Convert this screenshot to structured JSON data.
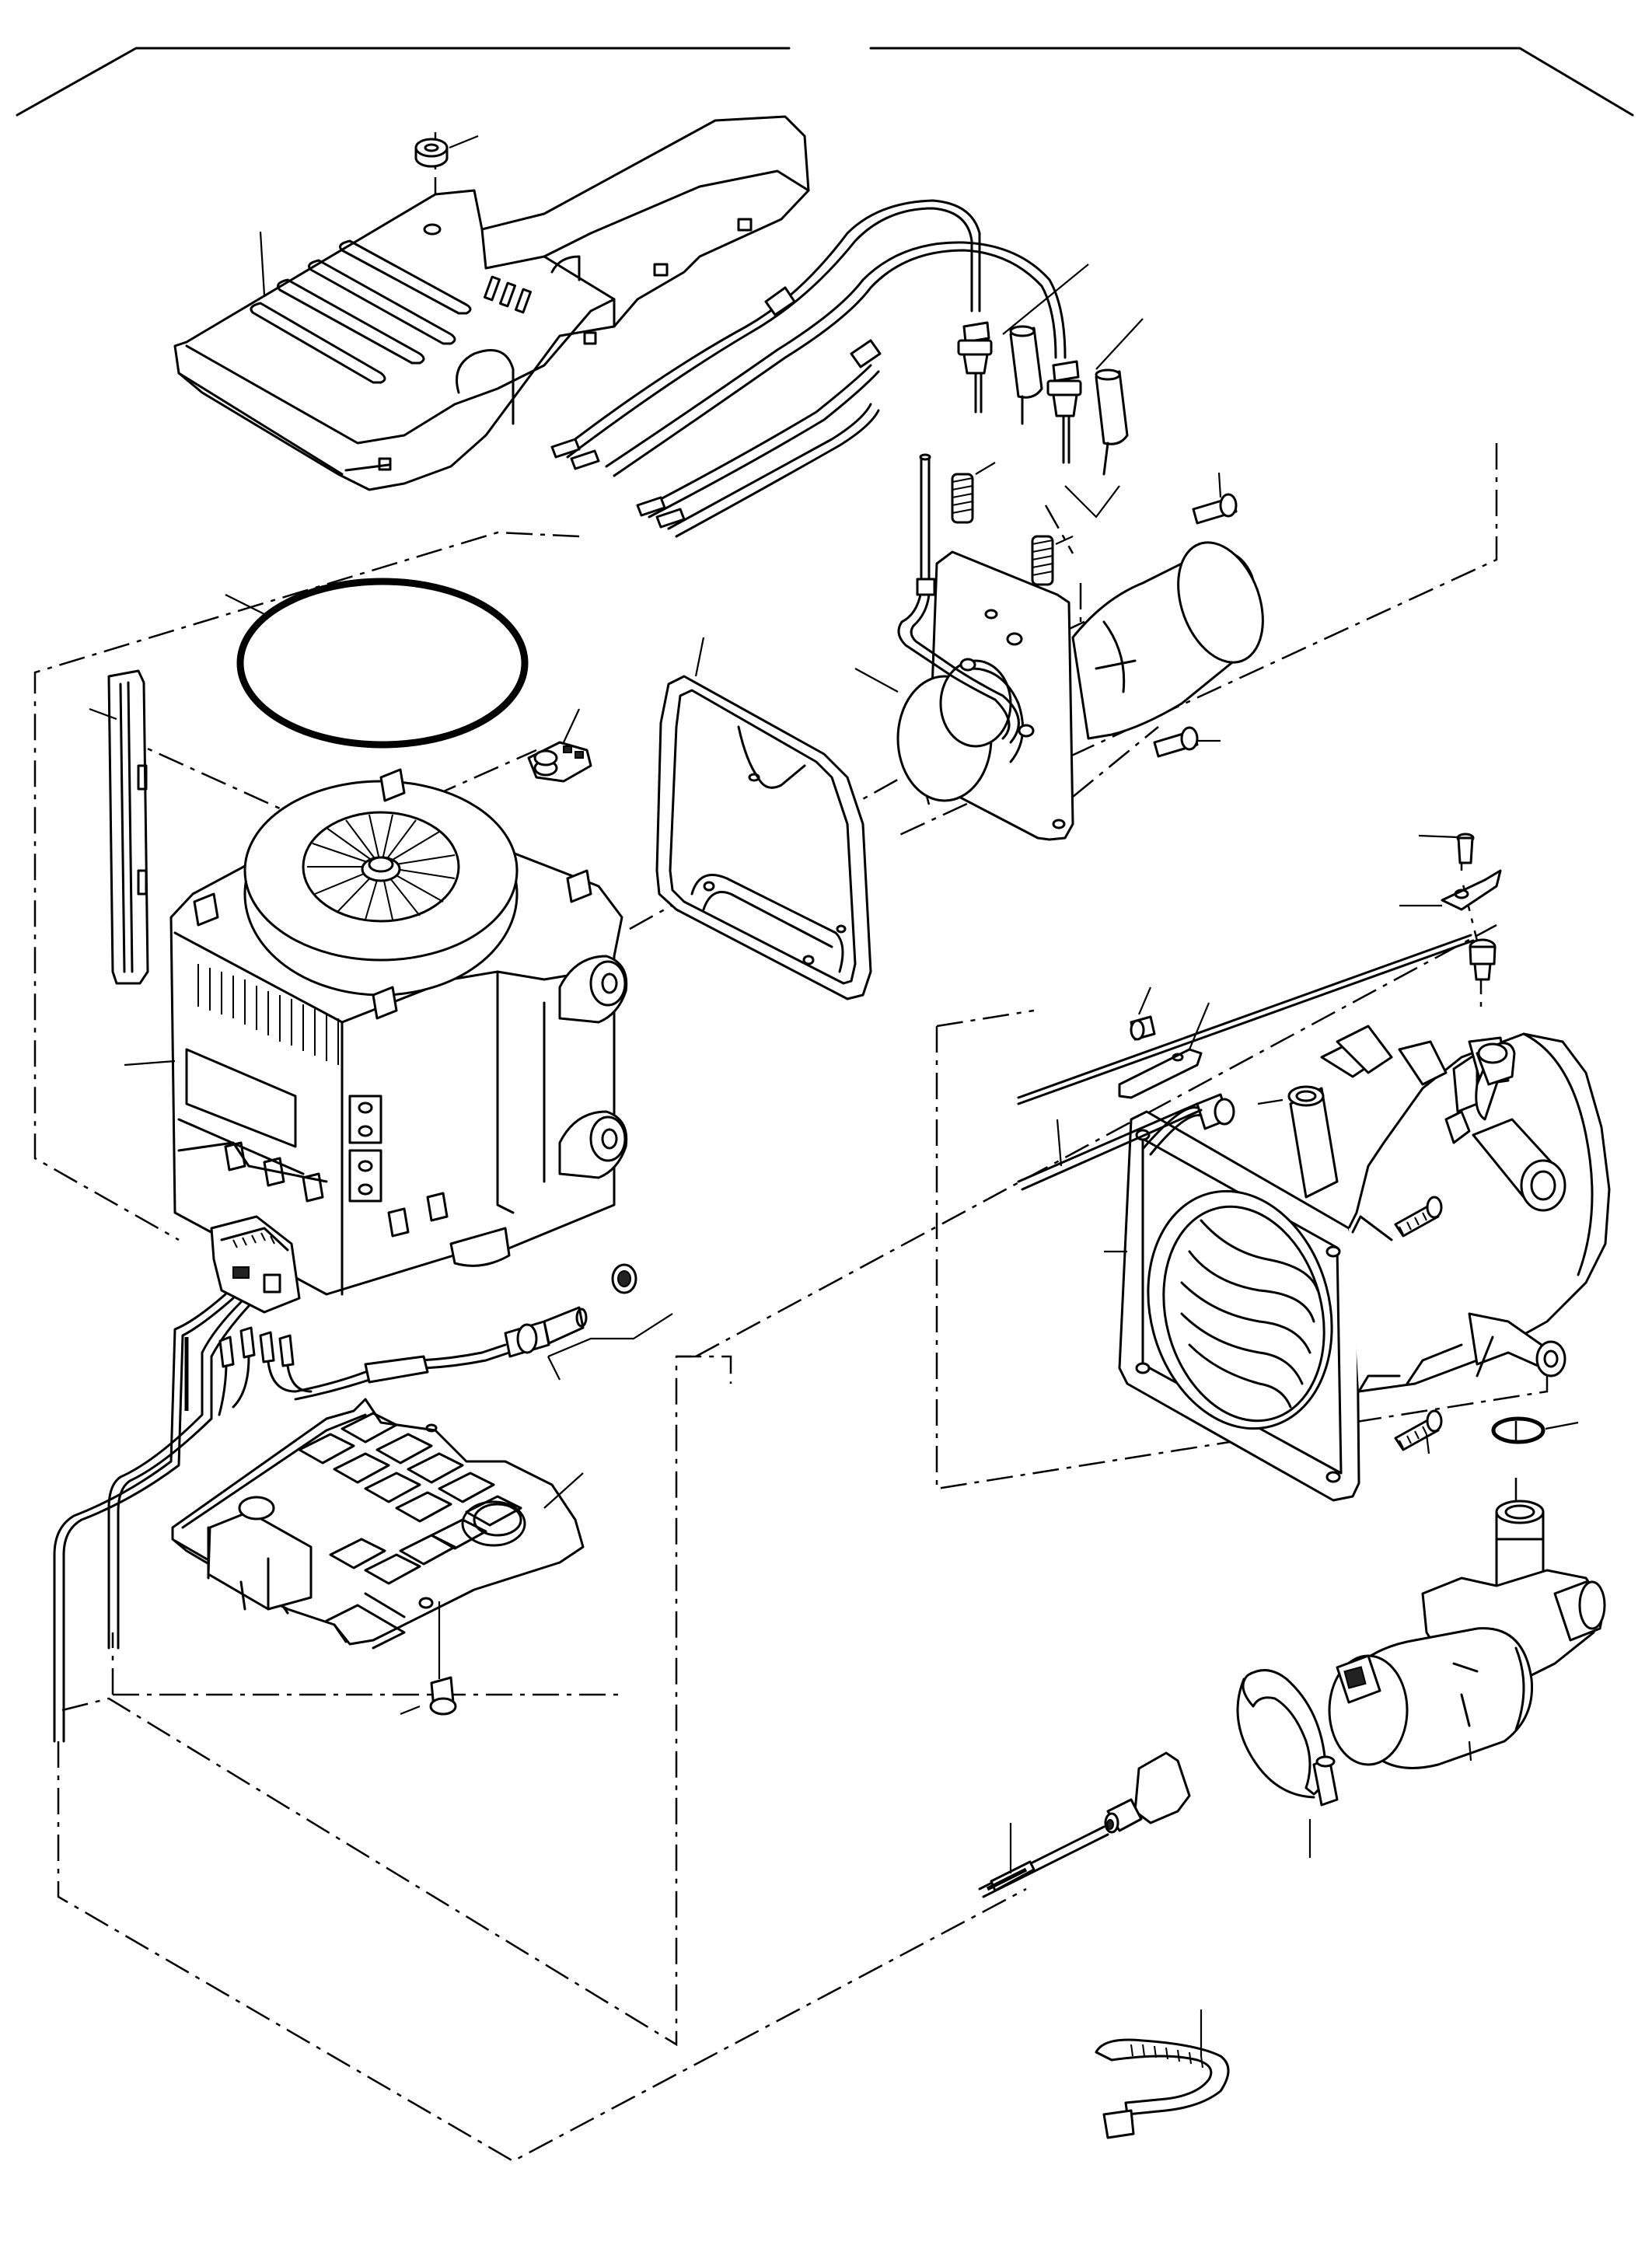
{
  "diagram": {
    "type": "exploded-parts-drawing",
    "text_labels": [],
    "parts": [
      "cover-top",
      "nut-cover",
      "wiring-harness-connectors",
      "sensor-pair",
      "spring-pair",
      "screw-motor-top",
      "screw-motor-bottom",
      "combustion-air-blower",
      "gasket-blower",
      "o-ring-large",
      "control-unit-with-heat-exchanger-cover",
      "side-strip",
      "cable-clip",
      "connector-plug",
      "glow-pin",
      "washer-glow-pin",
      "bottom-cover",
      "screw-bottom",
      "heat-exchanger",
      "screw-small-top",
      "bracket-small",
      "pipe-plug",
      "screw-bracket",
      "bracket-sensor",
      "temperature-sensor",
      "wire-sensor",
      "screw-heat-exchanger-1",
      "screw-heat-exchanger-2",
      "o-ring-small",
      "circulation-pump",
      "hose-clamp",
      "pump-connector-cable",
      "cable-tie"
    ]
  }
}
